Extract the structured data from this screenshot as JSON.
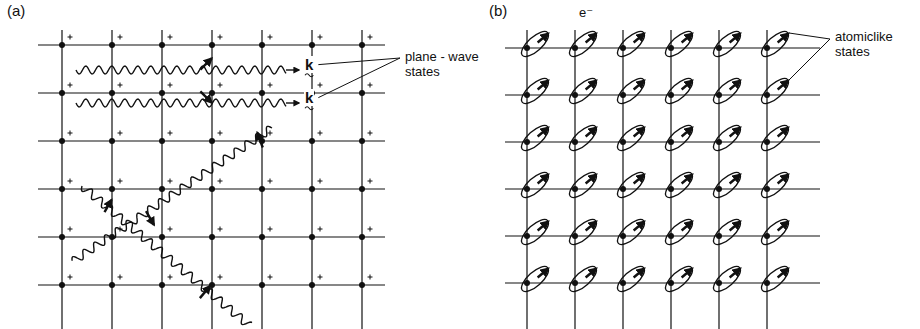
{
  "diagram": {
    "labels": [
      "(a)",
      "k",
      "k",
      "plane - wave states",
      "(b)",
      "e⁻",
      "atomiclike states"
    ]
  }
}
